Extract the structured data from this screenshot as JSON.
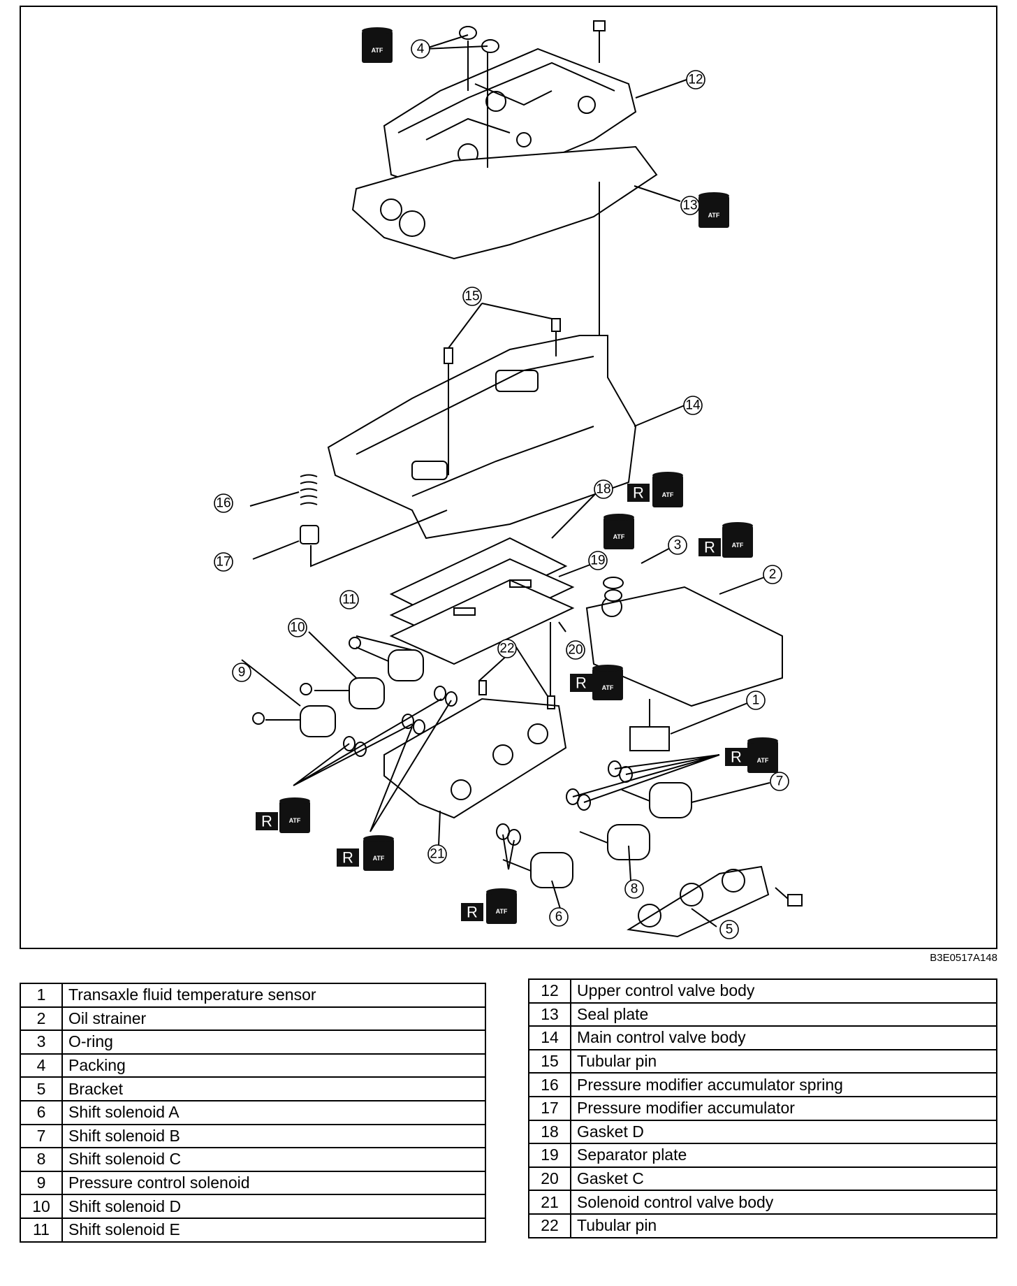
{
  "figure_code": "B3E0517A148",
  "badges": {
    "atf_label": "ATF",
    "replace_label": "R"
  },
  "callouts": [
    "1",
    "2",
    "3",
    "4",
    "5",
    "6",
    "7",
    "8",
    "9",
    "10",
    "11",
    "12",
    "13",
    "14",
    "15",
    "16",
    "17",
    "18",
    "19",
    "20",
    "21",
    "22"
  ],
  "parts_left": [
    {
      "num": "1",
      "name": "Transaxle fluid temperature sensor"
    },
    {
      "num": "2",
      "name": "Oil strainer"
    },
    {
      "num": "3",
      "name": "O-ring"
    },
    {
      "num": "4",
      "name": "Packing"
    },
    {
      "num": "5",
      "name": "Bracket"
    },
    {
      "num": "6",
      "name": "Shift solenoid A"
    },
    {
      "num": "7",
      "name": "Shift solenoid B"
    },
    {
      "num": "8",
      "name": "Shift solenoid C"
    },
    {
      "num": "9",
      "name": "Pressure control solenoid"
    },
    {
      "num": "10",
      "name": "Shift solenoid D"
    },
    {
      "num": "11",
      "name": "Shift solenoid E"
    }
  ],
  "parts_right": [
    {
      "num": "12",
      "name": "Upper control valve body"
    },
    {
      "num": "13",
      "name": "Seal plate"
    },
    {
      "num": "14",
      "name": "Main control valve body"
    },
    {
      "num": "15",
      "name": "Tubular pin"
    },
    {
      "num": "16",
      "name": "Pressure modifier accumulator spring"
    },
    {
      "num": "17",
      "name": "Pressure modifier accumulator"
    },
    {
      "num": "18",
      "name": "Gasket D"
    },
    {
      "num": "19",
      "name": "Separator plate"
    },
    {
      "num": "20",
      "name": "Gasket C"
    },
    {
      "num": "21",
      "name": "Solenoid control valve body"
    },
    {
      "num": "22",
      "name": "Tubular pin"
    }
  ]
}
